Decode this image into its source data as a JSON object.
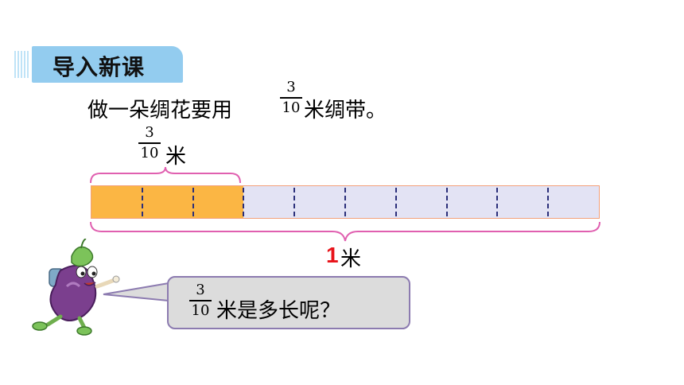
{
  "section_tag": {
    "label": "导入新课"
  },
  "problem": {
    "prefix": "做一朵绸花要用",
    "fraction_numerator": "3",
    "fraction_denominator": "10",
    "suffix": "米绸带。"
  },
  "top_label": {
    "numerator": "3",
    "denominator": "10",
    "unit": "米"
  },
  "bottom_label": {
    "number": "1",
    "unit": "米"
  },
  "strip": {
    "total_parts": 10,
    "filled_parts": 3
  },
  "speech": {
    "numerator": "3",
    "denominator": "10",
    "text": "米是多长呢？"
  },
  "colors": {
    "tag_bg": "#93ccef",
    "filled": "#fbb644",
    "empty": "#e3e3f4",
    "brace": "#e060b0",
    "highlight": "#e8141b"
  },
  "icons": {
    "mascot": "eggplant-mascot-icon"
  }
}
